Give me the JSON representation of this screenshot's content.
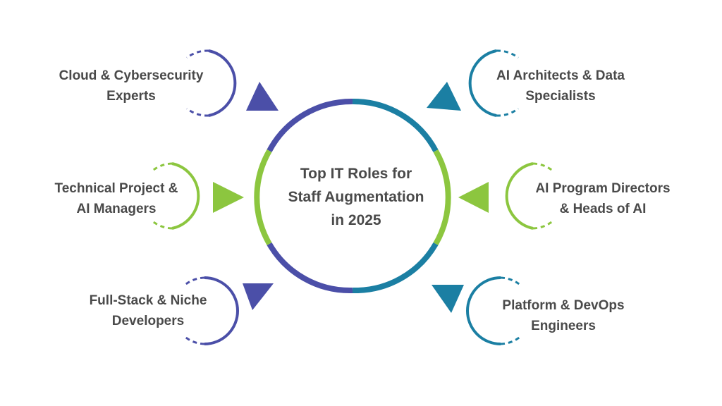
{
  "colors": {
    "indigo": "#4b4fa8",
    "teal": "#1b7fa3",
    "lime": "#8cc63f",
    "text": "#4a4a4a"
  },
  "center": {
    "lines": [
      "Top IT Roles for",
      "Staff Augmentation",
      "in 2025"
    ]
  },
  "roles": [
    {
      "id": "tl",
      "lines": [
        "Cloud & Cybersecurity",
        "Experts"
      ],
      "color": "indigo",
      "arrow": "triangle-pointing-center"
    },
    {
      "id": "ml",
      "lines": [
        "Technical Project &",
        "AI Managers"
      ],
      "color": "lime",
      "arrow": "triangle-pointing-center"
    },
    {
      "id": "bl",
      "lines": [
        "Full-Stack & Niche",
        "Developers"
      ],
      "color": "indigo",
      "arrow": "triangle-pointing-center"
    },
    {
      "id": "tr",
      "lines": [
        "AI Architects & Data",
        "Specialists"
      ],
      "color": "teal",
      "arrow": "triangle-pointing-center"
    },
    {
      "id": "mr",
      "lines": [
        "AI Program Directors",
        "& Heads of AI"
      ],
      "color": "lime",
      "arrow": "triangle-pointing-center"
    },
    {
      "id": "br",
      "lines": [
        "Platform & DevOps",
        "Engineers"
      ],
      "color": "teal",
      "arrow": "triangle-pointing-center"
    }
  ]
}
